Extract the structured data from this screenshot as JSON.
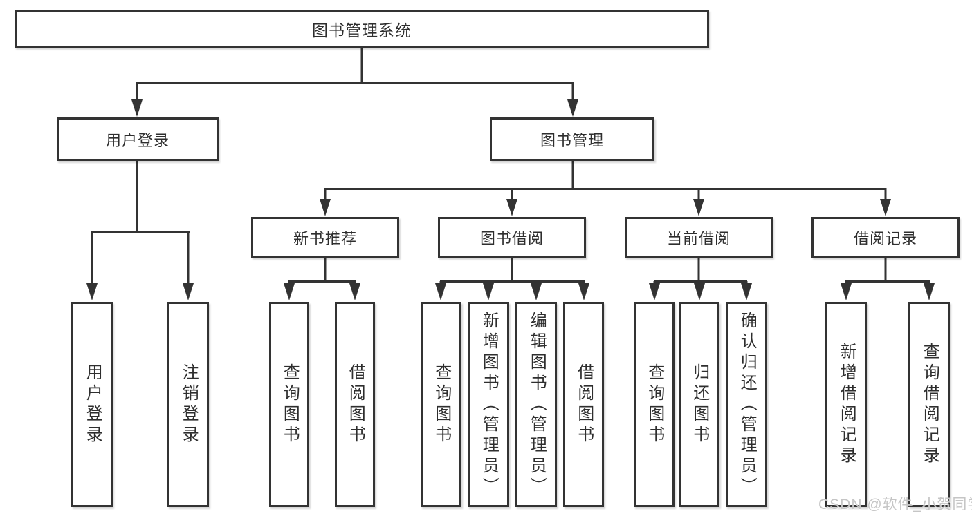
{
  "diagram": {
    "type": "hierarchy-tree",
    "ink_color": "#333333",
    "background_color": "#ffffff",
    "tree": {
      "label": "图书管理系统",
      "children": [
        {
          "label": "用户登录",
          "children": [
            {
              "label": "用户登录"
            },
            {
              "label": "注销登录"
            }
          ]
        },
        {
          "label": "图书管理",
          "children": [
            {
              "label": "新书推荐",
              "children": [
                {
                  "label": "查询图书"
                },
                {
                  "label": "借阅图书"
                }
              ]
            },
            {
              "label": "图书借阅",
              "children": [
                {
                  "label": "查询图书"
                },
                {
                  "label": "新增图书（管理员）"
                },
                {
                  "label": "编辑图书（管理员）"
                },
                {
                  "label": "借阅图书"
                }
              ]
            },
            {
              "label": "当前借阅",
              "children": [
                {
                  "label": "查询图书"
                },
                {
                  "label": "归还图书"
                },
                {
                  "label": "确认归还（管理员）"
                }
              ]
            },
            {
              "label": "借阅记录",
              "children": [
                {
                  "label": "新增借阅记录"
                },
                {
                  "label": "查询借阅记录"
                }
              ]
            }
          ]
        }
      ]
    }
  },
  "watermark": {
    "text": "CSDN @软件_小贺同学",
    "color": "#c5c5c5"
  }
}
